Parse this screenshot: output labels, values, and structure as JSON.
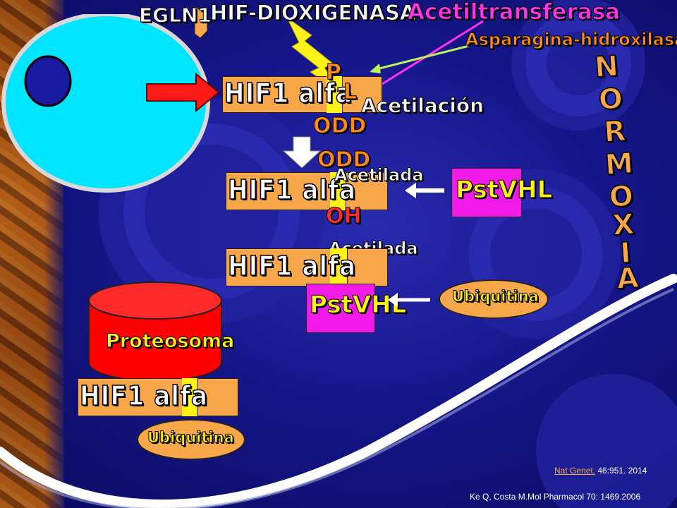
{
  "labels": {
    "egln1": "EGLN1",
    "hif_dioxigenasa": "HIF-DIOXIGENASA",
    "acetiltransferasa": "Acetiltransferasa",
    "asparagina": "Asparagina-hidroxilasa",
    "p": "P",
    "l": "L",
    "acetilacion": "Acetilación",
    "odd_1": "ODD",
    "odd_2": "ODD",
    "acetilada_1": "Acetilada",
    "acetilada_2": "Acetilada",
    "oh": "OH",
    "pstvhl_1": "PstVHL",
    "pstvhl_2": "PstVHL",
    "ubiquitina_1": "Ubiquitina",
    "ubiquitina_2": "Ubiquitina",
    "proteosoma": "Proteosoma"
  },
  "hif_blocks": [
    {
      "label": "HIF1 alfa"
    },
    {
      "label": "HIF1 alfa"
    },
    {
      "label": "HIF1 alfa"
    },
    {
      "label": "HIF1 alfa"
    }
  ],
  "vertical_title": [
    "N",
    "O",
    "R",
    "M",
    "O",
    "X",
    "I",
    "A"
  ],
  "references": {
    "nat_link": "Nat Genet.",
    "nat_rest": " 46:951. 2014",
    "ke": "Ke Q, Costa M.Mol Pharmacol 70: 1469.2006"
  },
  "colors": {
    "background": "#16168a",
    "cell": "#00e5ff",
    "nucleus": "#1a1aa0",
    "hif_box": "#f7a64a",
    "odd_segment": "#fff21a",
    "pstvhl": "#f21ae8",
    "proteosoma": "#ff0000",
    "arrow_red": "#ff1a1a"
  }
}
